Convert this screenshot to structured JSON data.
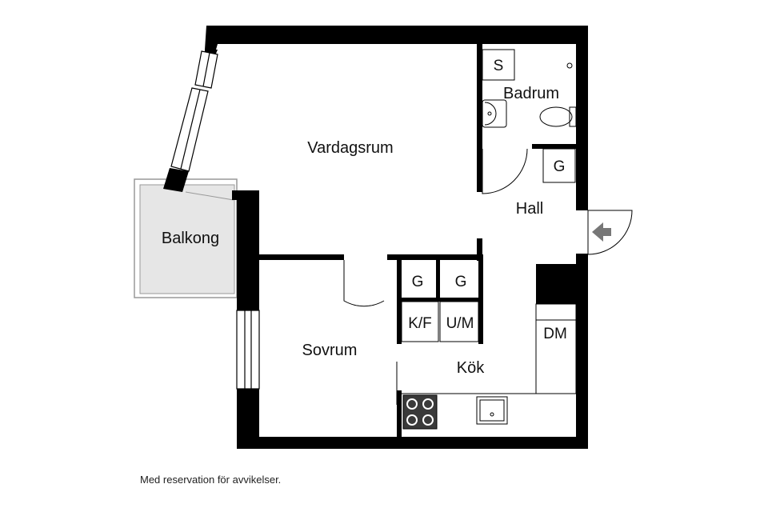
{
  "rooms": {
    "vardagsrum": "Vardagsrum",
    "badrum": "Badrum",
    "hall": "Hall",
    "balkong": "Balkong",
    "sovrum": "Sovrum",
    "kok": "Kök"
  },
  "fixtures": {
    "s": "S",
    "g_hall": "G",
    "g_closet_1": "G",
    "g_closet_2": "G",
    "kf": "K/F",
    "um": "U/M",
    "dm": "DM"
  },
  "footer": {
    "disclaimer": "Med reservation för avvikelser."
  },
  "colors": {
    "wall": "#000000",
    "balcony_fill": "#e6e6e6",
    "stove": "#3a3a3a",
    "arrow": "#777777"
  }
}
